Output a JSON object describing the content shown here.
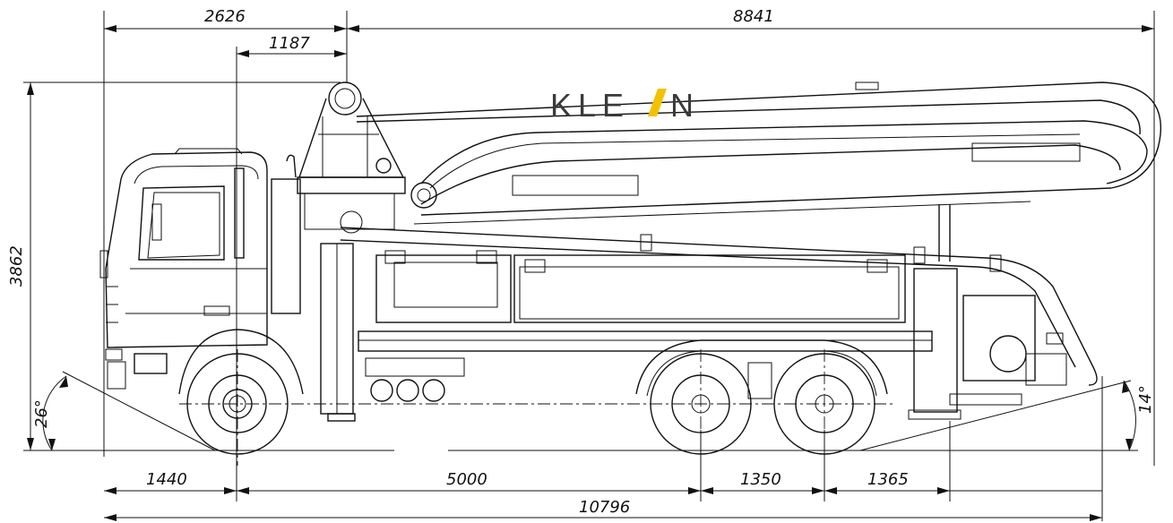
{
  "brand": {
    "name_left": "KLE",
    "name_right": "N",
    "slash_color": "#f2c200",
    "text_color": "#3a3a3a"
  },
  "dimensions": {
    "top_left": "2626",
    "top_right": "8841",
    "boom_offset": "1187",
    "height": "3862",
    "front_overhang": "1440",
    "wheelbase": "5000",
    "axle_spacing": "1350",
    "rear_overhang": "1365",
    "total_length": "10796",
    "approach_angle": "26°",
    "departure_angle": "14°"
  }
}
